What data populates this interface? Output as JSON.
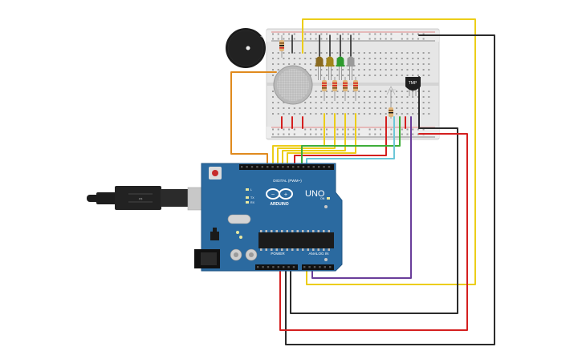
{
  "board": {
    "model_label": "UNO",
    "brand_label": "ARDUINO",
    "digital_header_label": "DIGITAL (PWM~)",
    "power_header_label": "POWER",
    "analog_header_label": "ANALOG IN",
    "tx_label": "TX",
    "rx_label": "RX",
    "on_label": "ON",
    "l_label": "L"
  },
  "sensor": {
    "label": "TMP"
  },
  "colors": {
    "board": "#2b6aa0",
    "breadboard": "#e4e4e4",
    "rail_red": "#d41f1f",
    "rail_black": "#222222",
    "wire_orange": "#e08a1e",
    "wire_yellow": "#eccd19",
    "wire_green": "#3fae3a",
    "wire_red": "#d41f1f",
    "wire_cyan": "#6cc7d8",
    "wire_purple": "#6a3d9a",
    "wire_black": "#2b2b2b",
    "led_1": "#8a6a1e",
    "led_2": "#a1861b",
    "led_3": "#2e9b2e",
    "led_4": "#9a9a9a"
  },
  "components": [
    "piezo-buzzer",
    "gas-sensor",
    "tmp-sensor",
    "led-1",
    "led-2",
    "led-3",
    "led-4",
    "resistor",
    "usb-cable",
    "arduino-uno",
    "breadboard"
  ]
}
